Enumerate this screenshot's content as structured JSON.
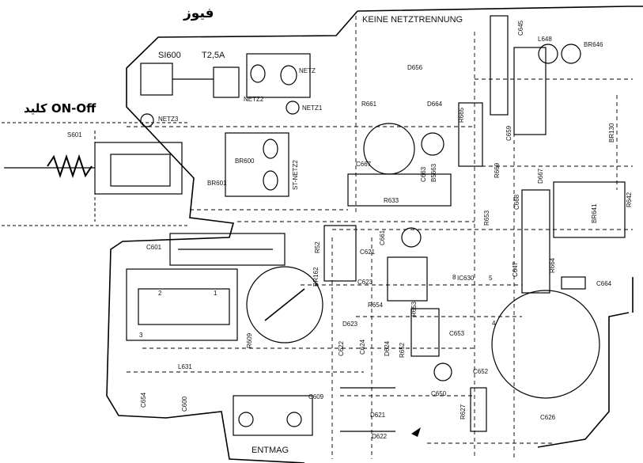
{
  "annotations": {
    "fuse": "فيوز",
    "switch": "كليد ON-Off"
  },
  "board": {
    "header": "KEINE NETZTRENNUNG",
    "bottom_label": "ENTMAG"
  },
  "components": {
    "si600": "SI600",
    "t25a": "T2,5A",
    "netz": "NETZ",
    "netz2": "NETZ2",
    "netz1": "NETZ1",
    "netz3": "NETZ3",
    "s601": "S601",
    "br600": "BR600",
    "br601": "BR601",
    "st_netz2": "ST-NETZ2",
    "d656": "D656",
    "r661": "R661",
    "d664": "D664",
    "r665": "R665",
    "c667": "C667",
    "c663": "C663",
    "b5663": "B5663",
    "r633": "R633",
    "c645": "C645",
    "l648": "L648",
    "br646": "BR646",
    "c659": "C659",
    "br130": "BR130",
    "r669": "R669",
    "d667": "D667",
    "c668": "C668",
    "r653": "R653",
    "br641": "BR641",
    "r642": "R642",
    "c601": "C601",
    "r52": "R52",
    "br162": "BR162",
    "c621": "C621",
    "c661": "C661",
    "c623": "C623",
    "ic630": "IC630",
    "r654": "R654",
    "r653b": "R653",
    "d623": "D623",
    "c647": "C647",
    "c664": "C664",
    "r664": "R664",
    "l631": "L631",
    "r609": "R609",
    "c622": "C622",
    "c624": "C624",
    "d624": "D624",
    "r652": "R652",
    "c653": "C653",
    "c650": "C650",
    "c652": "C652",
    "r627": "R627",
    "c626": "C626",
    "c654": "C654",
    "c600": "C600",
    "c609": "C609",
    "d621": "D621",
    "d622": "D622",
    "pin3": "3",
    "pin2": "2",
    "pin1": "1",
    "pin8": "8",
    "pin5": "5",
    "pin4": "4"
  }
}
